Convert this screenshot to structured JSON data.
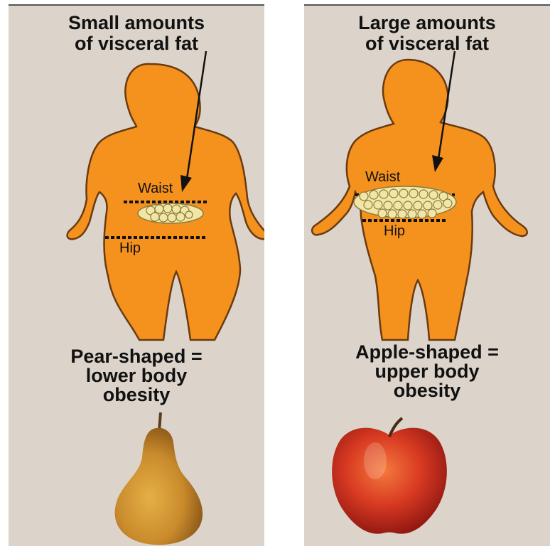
{
  "left": {
    "title_line1": "Small amounts",
    "title_line2": "of visceral fat",
    "waist_label": "Waist",
    "hip_label": "Hip",
    "caption_line1": "Pear-shaped  =",
    "caption_line2": "lower body",
    "caption_line3": "obesity",
    "fruit": "pear"
  },
  "right": {
    "title_line1": "Large amounts",
    "title_line2": "of visceral fat",
    "waist_label": "Waist",
    "hip_label": "Hip",
    "caption_line1": "Apple-shaped  =",
    "caption_line2": "upper body",
    "caption_line3": "obesity",
    "fruit": "apple"
  },
  "colors": {
    "background": "#dcd4ca",
    "body": "#f5921e",
    "outline": "#6b3a10",
    "fat": "#f1e6a8",
    "pear": "#c98a2c",
    "apple": "#c8281c"
  }
}
